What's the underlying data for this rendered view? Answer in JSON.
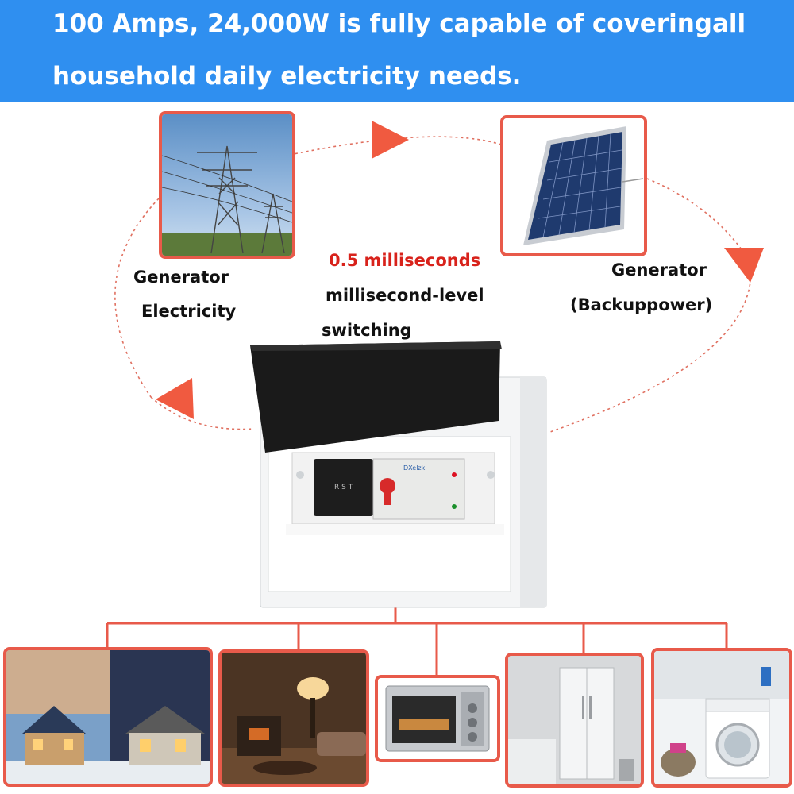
{
  "banner": {
    "line1": "100 Amps, 24,000W is fully capable of coveringall",
    "line2": "household daily electricity needs.",
    "background": "#2f8ff0"
  },
  "left_source": {
    "line1": "Generator",
    "line2": "Electricity"
  },
  "right_source": {
    "line1": "Generator",
    "line2": "(Backuppower)"
  },
  "switching": {
    "speed": "0.5 milliseconds",
    "line2": "millisecond-level",
    "line3": "switching"
  },
  "device": {
    "brand": "DXelzk",
    "phases": [
      "R",
      "S",
      "T"
    ]
  },
  "appliances": [
    "house-solar-image",
    "living-room-image",
    "oven-image",
    "refrigerator-image",
    "washer-image"
  ],
  "colors": {
    "accent": "#e85a4a",
    "arrow": "#f05a40",
    "highlight": "#d8221b"
  }
}
